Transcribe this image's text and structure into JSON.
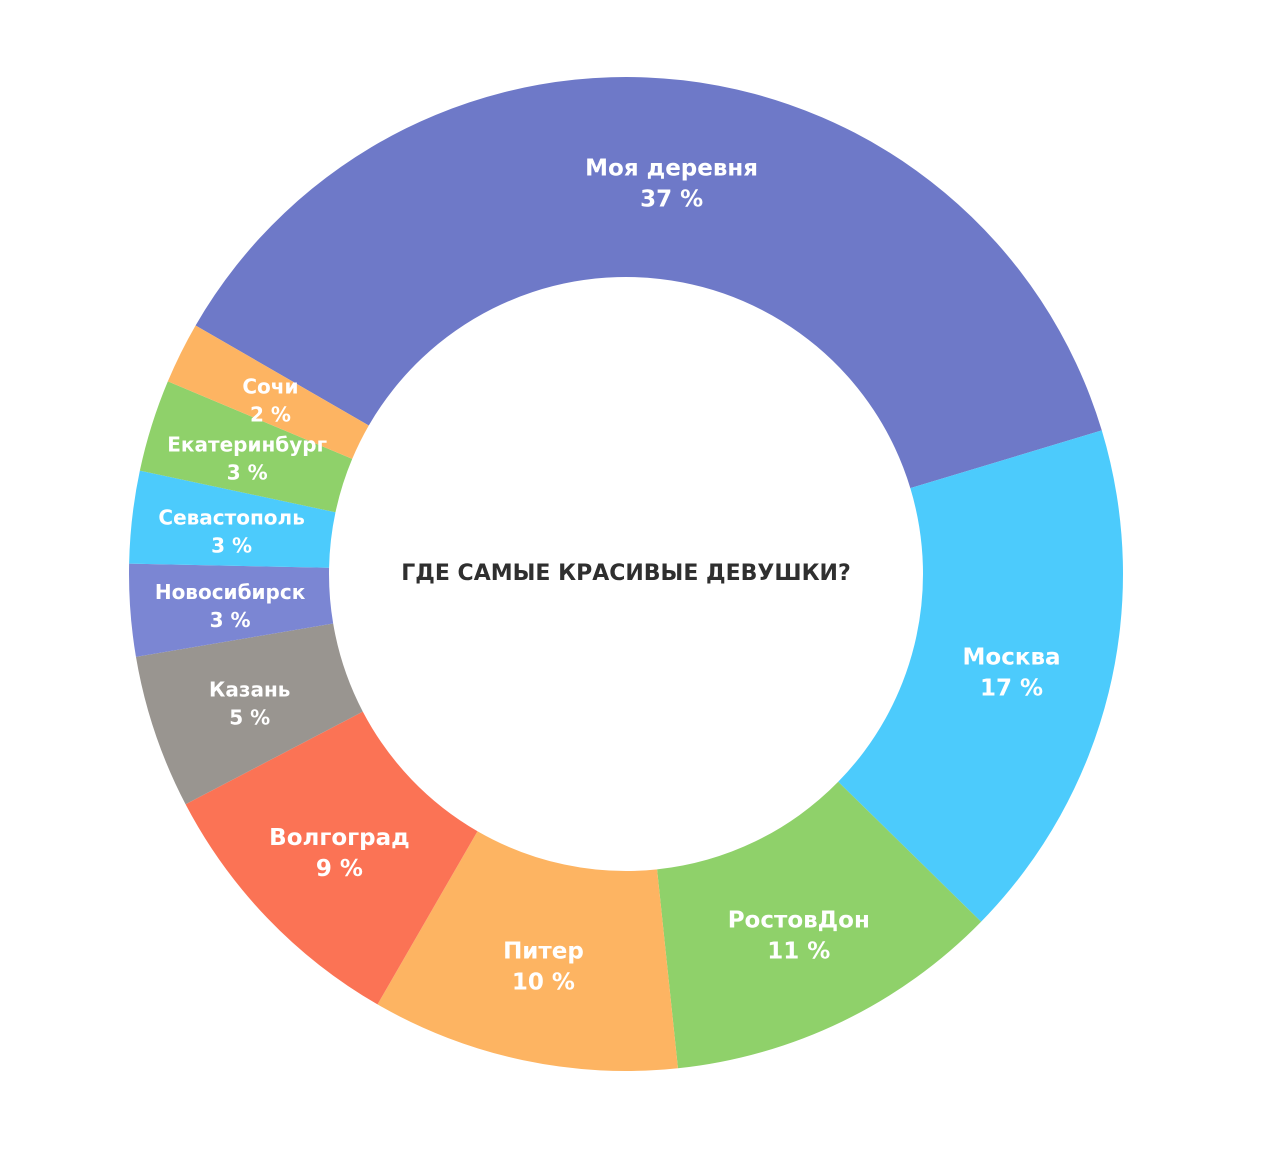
{
  "chart_data": {
    "type": "pie",
    "title": "ГДЕ САМЫЕ КРАСИВЫЕ ДЕВУШКИ?",
    "value_suffix": " %",
    "slices": [
      {
        "label": "Моя деревня",
        "value": 37,
        "color": "#6E79C8"
      },
      {
        "label": "Москва",
        "value": 17,
        "color": "#4CCBFC"
      },
      {
        "label": "РостовДон",
        "value": 11,
        "color": "#8FD16A"
      },
      {
        "label": "Питер",
        "value": 10,
        "color": "#FDB462"
      },
      {
        "label": "Волгоград",
        "value": 9,
        "color": "#FB7355"
      },
      {
        "label": "Казань",
        "value": 5,
        "color": "#999590"
      },
      {
        "label": "Новосибирск",
        "value": 3,
        "color": "#7B86D3"
      },
      {
        "label": "Севастополь",
        "value": 3,
        "color": "#4CCBFC"
      },
      {
        "label": "Екатеринбург",
        "value": 3,
        "color": "#8FD16A"
      },
      {
        "label": "Сочи",
        "value": 2,
        "color": "#FDB462"
      }
    ]
  }
}
